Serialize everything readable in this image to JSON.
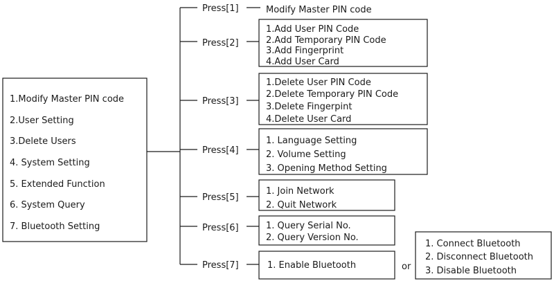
{
  "main_menu": {
    "items": [
      "1.Modify Master PIN code",
      "2.User Setting",
      "3.Delete Users",
      "4. System Setting",
      "5. Extended Function",
      "6. System Query",
      "7. Bluetooth Setting"
    ]
  },
  "branches": [
    {
      "press": "Press[1]",
      "items": [
        "Modify Master PIN code"
      ]
    },
    {
      "press": "Press[2]",
      "items": [
        "1.Add User PIN Code",
        "2.Add Temporary PIN Code",
        "3.Add Fingerprint",
        "4.Add User Card"
      ]
    },
    {
      "press": "Press[3]",
      "items": [
        "1.Delete User PIN Code",
        "2.Delete Temporary PIN Code",
        "3.Delete Fingerpint",
        "4.Delete User Card"
      ]
    },
    {
      "press": "Press[4]",
      "items": [
        "1. Language Setting",
        "2. Volume Setting",
        "3. Opening Method Setting"
      ]
    },
    {
      "press": "Press[5]",
      "items": [
        "1. Join Network",
        "2. Quit Network"
      ]
    },
    {
      "press": "Press[6]",
      "items": [
        "1. Query Serial No.",
        "2. Query Version No."
      ]
    },
    {
      "press": "Press[7]",
      "items": [
        "1. Enable Bluetooth"
      ]
    }
  ],
  "or_label": "or",
  "bluetooth_alt": {
    "items": [
      "1. Connect Bluetooth",
      "2. Disconnect Bluetooth",
      "3. Disable Bluetooth"
    ]
  }
}
